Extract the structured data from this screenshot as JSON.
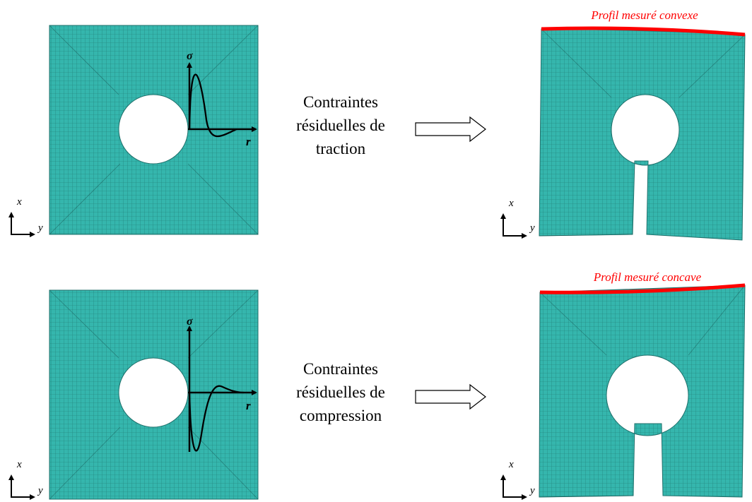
{
  "colors": {
    "mesh": "#35b6ad",
    "mesh_line": "#1e6f6a",
    "highlight": "#ff0000",
    "curve": "#000000"
  },
  "axes": {
    "sigma": "σ",
    "r": "r",
    "x": "x",
    "y": "y"
  },
  "cases": [
    {
      "caption": [
        "Contraintes",
        "résiduelles de",
        "traction"
      ],
      "profile": "Profil mesuré convexe"
    },
    {
      "caption": [
        "Contraintes",
        "résiduelles de",
        "compression"
      ],
      "profile": "Profil mesuré concave"
    }
  ]
}
